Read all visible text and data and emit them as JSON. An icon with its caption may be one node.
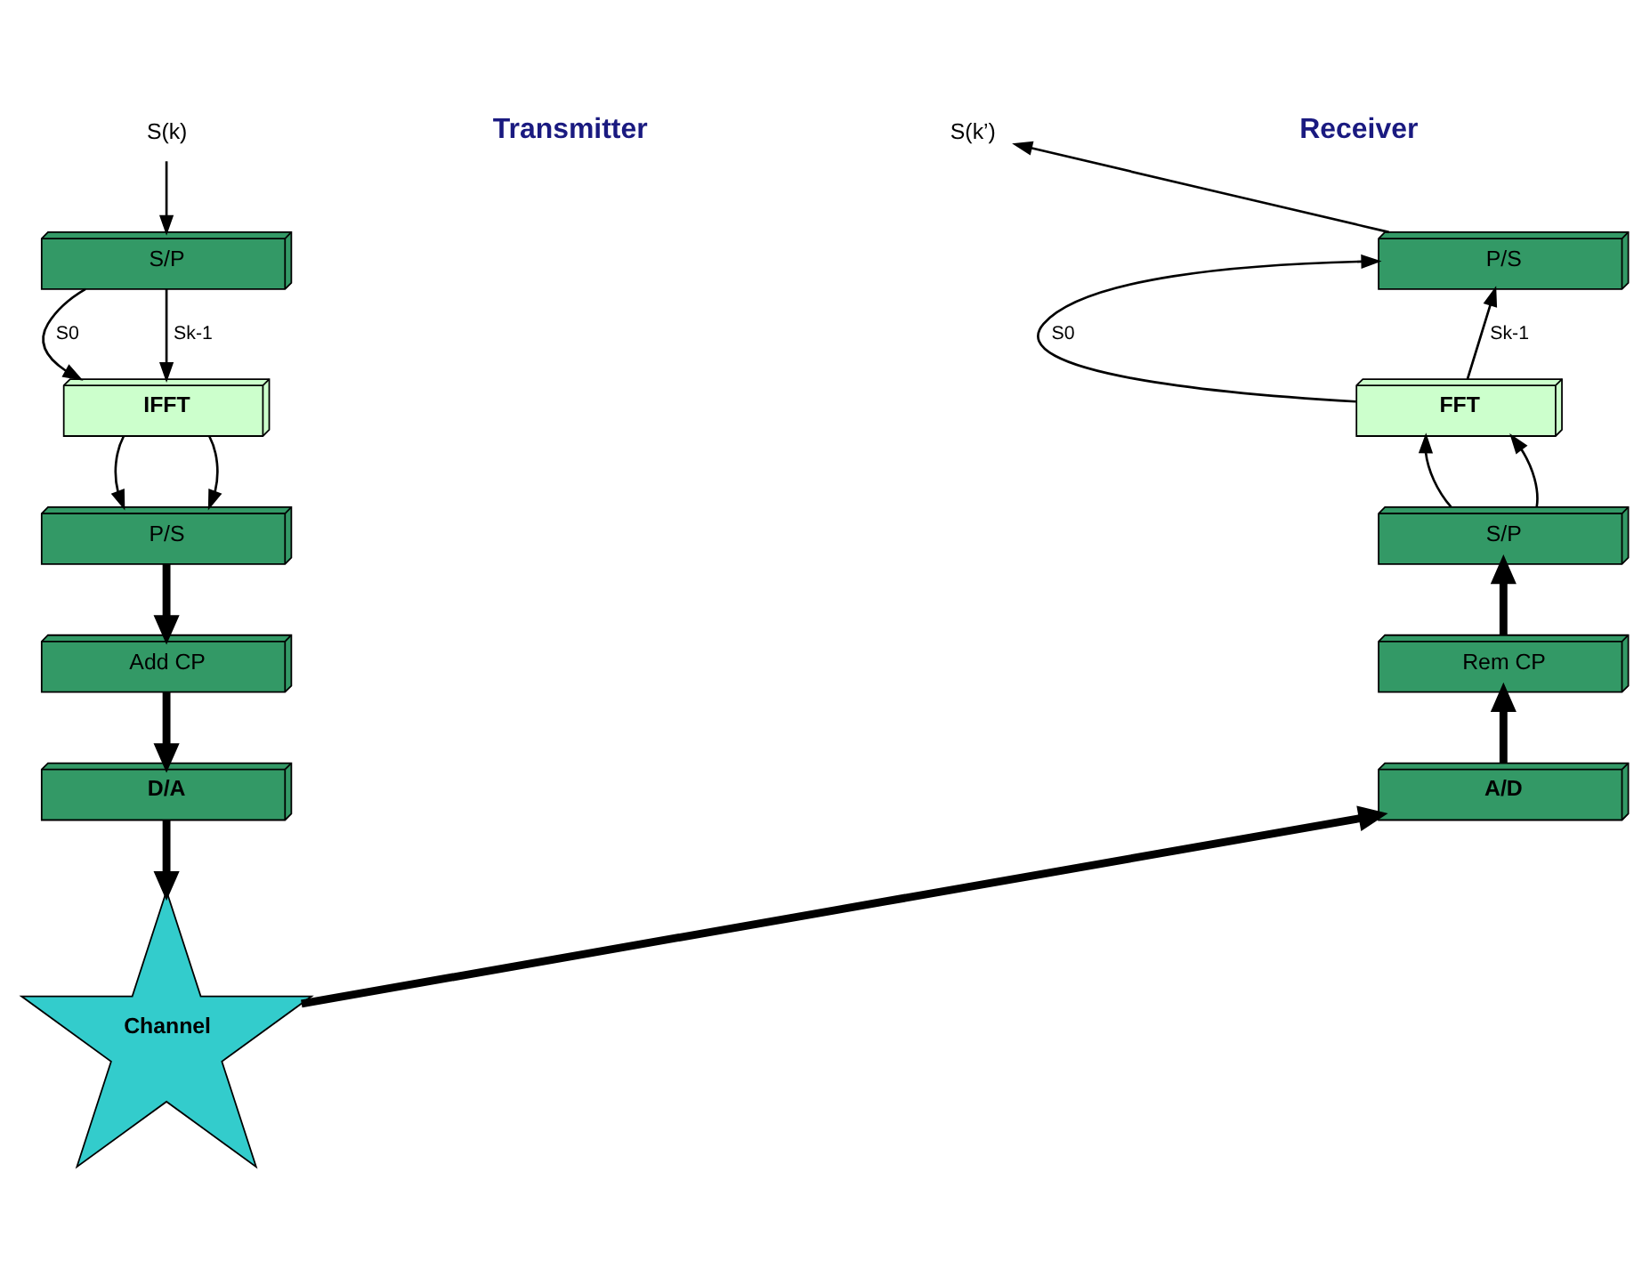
{
  "diagram": {
    "nodes": [
      {
        "text": [
          "S(k)"
        ]
      },
      {
        "text": [
          "S/P"
        ]
      },
      {
        "text": [
          "IFFT"
        ]
      },
      {
        "text": [
          "P/S"
        ]
      },
      {
        "text": [
          "Add CP"
        ]
      },
      {
        "text": [
          "D/A"
        ]
      },
      {
        "text": [
          "Channel"
        ]
      },
      {
        "text": [
          "A/D"
        ]
      },
      {
        "text": [
          "Rem CP"
        ]
      },
      {
        "text": [
          "S/P"
        ]
      },
      {
        "text": [
          "FFT"
        ]
      },
      {
        "text": [
          "P/S"
        ]
      },
      {
        "text": [
          "S(k’)"
        ]
      }
    ],
    "edges": [
      {
        "from": 0,
        "to": 1,
        "arrow": "to"
      },
      {
        "from": 1,
        "to": 2,
        "arrow": "to",
        "label": "S0"
      },
      {
        "from": 1,
        "to": 2,
        "arrow": "to",
        "label": "Sk-1"
      },
      {
        "from": 2,
        "to": 3,
        "arrow": "to"
      },
      {
        "from": 2,
        "to": 3,
        "arrow": "to"
      },
      {
        "from": 3,
        "to": 4,
        "arrow": "to",
        "style": "thick"
      },
      {
        "from": 4,
        "to": 5,
        "arrow": "to",
        "style": "thick"
      },
      {
        "from": 5,
        "to": 6,
        "arrow": "to",
        "style": "thick"
      },
      {
        "from": 6,
        "to": 7,
        "arrow": "to",
        "style": "thick"
      },
      {
        "from": 7,
        "to": 8,
        "arrow": "to",
        "style": "thick"
      },
      {
        "from": 8,
        "to": 9,
        "arrow": "to",
        "style": "thick"
      },
      {
        "from": 9,
        "to": 10,
        "arrow": "to"
      },
      {
        "from": 9,
        "to": 10,
        "arrow": "to"
      },
      {
        "from": 10,
        "to": 11,
        "arrow": "to",
        "label": "S0"
      },
      {
        "from": 10,
        "to": 11,
        "arrow": "to",
        "label": "Sk-1"
      },
      {
        "from": 11,
        "to": 12,
        "arrow": "to"
      }
    ],
    "labels": [
      "Transmitter",
      "Receiver"
    ]
  }
}
